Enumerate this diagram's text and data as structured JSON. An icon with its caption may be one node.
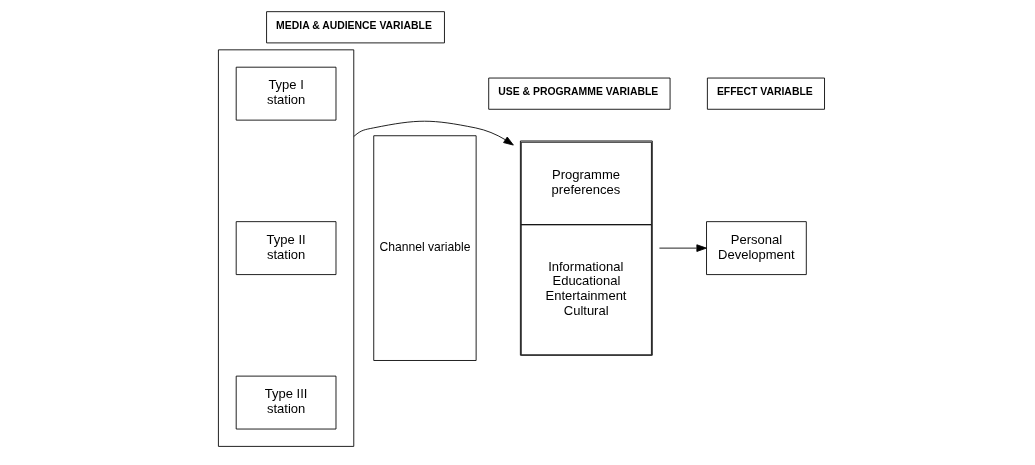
{
  "diagram": {
    "nodes": [
      {
        "text": [
          "MEDIA & AUDIENCE VARIABLE"
        ]
      },
      {
        "text": [
          "Channel variable"
        ]
      },
      {
        "text": [],
        "shape": "box"
      },
      {
        "text": [
          "Type I station"
        ],
        "in": 2
      },
      {
        "text": [
          "Type II station"
        ],
        "in": 2
      },
      {
        "text": [
          "Type III station"
        ],
        "in": 2
      },
      {
        "text": [
          "USE & PROGRAMME VARIABLE"
        ]
      },
      {
        "text": [
          "Programme preferences",
          "Informational Educational Entertainment Cultural"
        ]
      },
      {
        "text": [
          "EFFECT VARIABLE"
        ]
      },
      {
        "text": [
          "Personal Development"
        ]
      }
    ],
    "edges": [
      {
        "from": 2,
        "to": 7,
        "arrow": "to"
      },
      {
        "from": 7,
        "to": 9,
        "arrow": "to"
      }
    ]
  }
}
